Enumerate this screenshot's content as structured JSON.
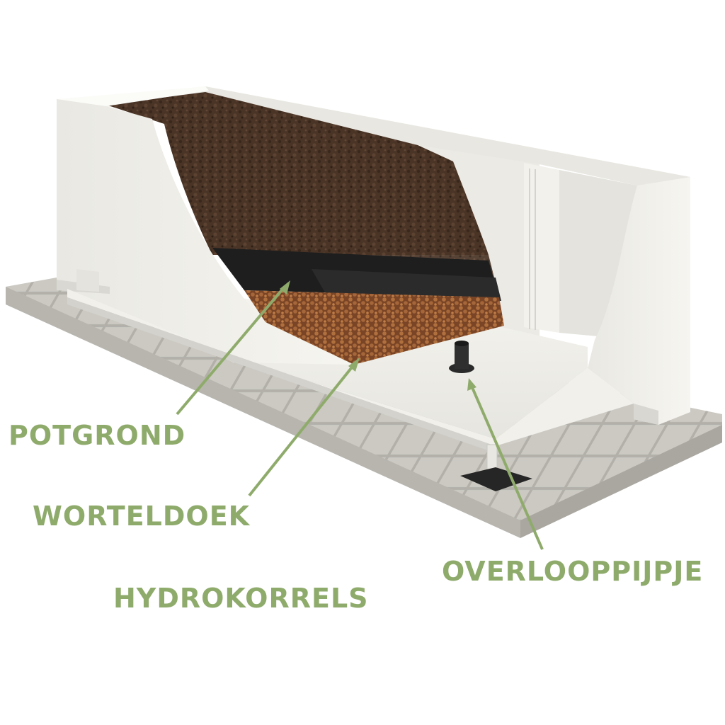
{
  "labels": {
    "potgrond": "POTGROND",
    "worteldoek": "WORTELDOEK",
    "hydrokorrels": "HYDROKORRELS",
    "overlooppijpje": "OVERLOOPPIJPJE"
  },
  "colors": {
    "label": "#8fab6c",
    "planter": "#f1f0ea",
    "soil": "#4a3426",
    "fabric": "#1e1e1e",
    "clay_pellets": "#a0643a",
    "pavement": "#cfcdc6"
  }
}
